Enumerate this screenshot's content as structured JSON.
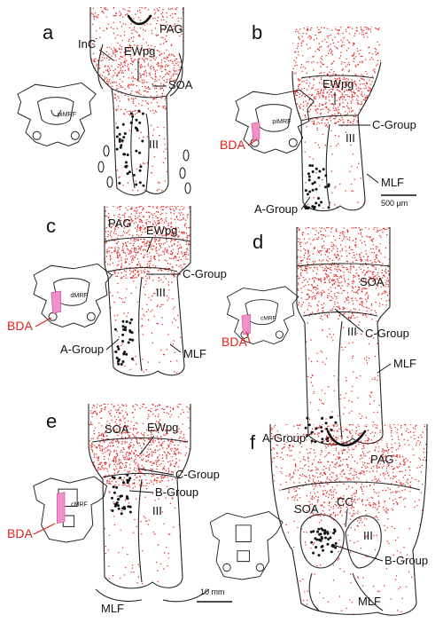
{
  "figure": {
    "panels": [
      {
        "letter": "a",
        "labels": {
          "top": "PAG",
          "upper_left": "InC",
          "mid": "EWpg",
          "right": "SOA",
          "nucleus": "III"
        },
        "inset_label": "piMRF"
      },
      {
        "letter": "b",
        "labels": {
          "mid": "EWpg",
          "right": "C-Group",
          "nucleus": "III",
          "mlf": "MLF",
          "low": "A-Group",
          "scale": "500 µm"
        },
        "inset_label": "piMRF",
        "bda": "BDA"
      },
      {
        "letter": "c",
        "labels": {
          "top": "PAG",
          "mid": "EWpg",
          "right": "C-Group",
          "nucleus": "III",
          "mlf": "MLF",
          "low": "A-Group"
        },
        "inset_label": "dMRF",
        "bda": "BDA"
      },
      {
        "letter": "d",
        "labels": {
          "top": "SOA",
          "right": "C-Group",
          "nucleus": "III",
          "mlf": "MLF",
          "low": "A-Group"
        },
        "inset_label": "cMRF",
        "bda": "BDA"
      },
      {
        "letter": "e",
        "labels": {
          "top": "SOA",
          "mid": "EWpg",
          "right": "C-Group",
          "right2": "B-Group",
          "nucleus": "III",
          "mlf": "MLF"
        },
        "inset_label": "cMRF",
        "bda": "BDA"
      },
      {
        "letter": "f",
        "labels": {
          "top": "PAG",
          "left": "SOA",
          "mid": "CC",
          "right": "B-Group",
          "nucleus": "III",
          "mlf": "MLF",
          "scale": "10 mm"
        }
      }
    ]
  },
  "colors": {
    "label_red": "#e3211c",
    "stipple_red": "#e3211c",
    "bda_pink": "#f08fc8",
    "line": "#222222"
  }
}
